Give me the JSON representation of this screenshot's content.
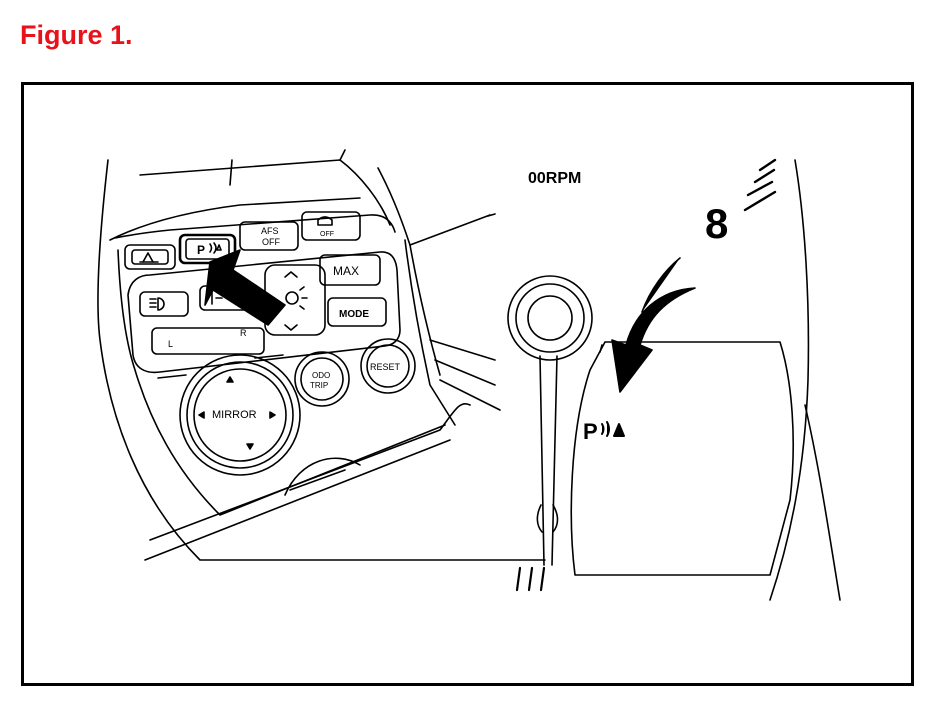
{
  "figure": {
    "title": "Figure 1."
  },
  "console": {
    "buttons": {
      "park_assist": "P",
      "afs_line1": "AFS",
      "afs_line2": "OFF",
      "vsc_off": "OFF",
      "max": "MAX",
      "mode": "MODE",
      "left": "L",
      "right": "R",
      "odo_line1": "ODO",
      "odo_line2": "TRIP",
      "reset": "RESET",
      "mirror": "MIRROR"
    }
  },
  "gauge": {
    "rpm_label": "00RPM",
    "scale_number": "8",
    "indicator": "P"
  },
  "colors": {
    "title": "#e8121b",
    "line": "#000000"
  }
}
